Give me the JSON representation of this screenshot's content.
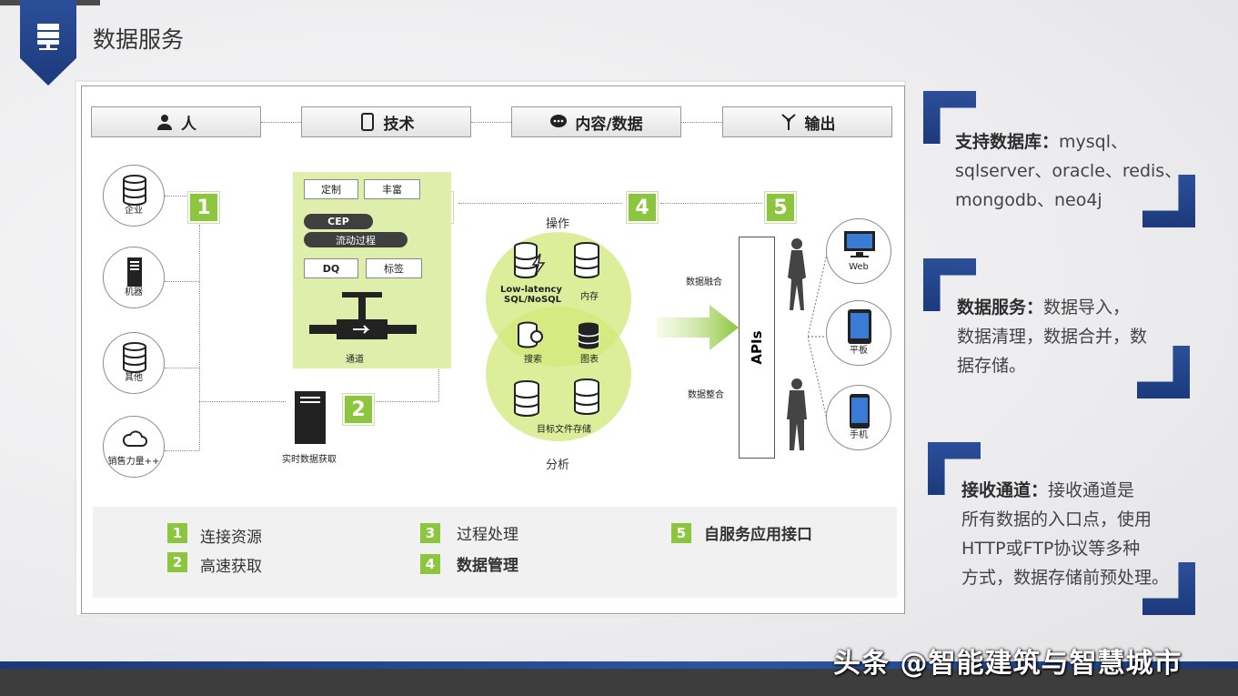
{
  "slide": {
    "title": "数据服务"
  },
  "diagram": {
    "headers": [
      "人",
      "技术",
      "内容/数据",
      "输出"
    ],
    "sources": [
      "企业",
      "机器",
      "其他",
      "销售力量++"
    ],
    "steps": [
      "1",
      "2",
      "3",
      "4",
      "5"
    ],
    "process": {
      "custom": "定制",
      "rich": "丰富",
      "cep": "CEP",
      "flow": "流动过程",
      "dq": "DQ",
      "tag": "标签",
      "channel": "通道"
    },
    "realtime": "实时数据获取",
    "operation": "操作",
    "analysis": "分析",
    "venn": {
      "lowlatency": "Low-latency",
      "sqlnosql": "SQL/NoSQL",
      "memory": "内存",
      "search": "搜索",
      "graph": "图表",
      "target": "目标文件存储"
    },
    "fusion": "数据融合",
    "integration": "数据整合",
    "apis": "APIs",
    "devices": [
      "Web",
      "平板",
      "手机"
    ],
    "legend": [
      {
        "num": "1",
        "text": "连接资源"
      },
      {
        "num": "2",
        "text": "高速获取"
      },
      {
        "num": "3",
        "text": "过程处理"
      },
      {
        "num": "4",
        "text": "数据管理"
      },
      {
        "num": "5",
        "text": "自服务应用接口"
      }
    ]
  },
  "notes": [
    {
      "label": "支持数据库：",
      "lines": [
        "mysql、",
        "sqlserver、oracle、redis、",
        "mongodb、neo4j"
      ]
    },
    {
      "label": "数据服务：",
      "lines": [
        "数据导入，",
        "数据清理，数据合并，数",
        "据存储。"
      ]
    },
    {
      "label": "接收通道：",
      "lines": [
        "接收通道是",
        "所有数据的入口点，使用",
        "HTTP或FTP协议等多种",
        "方式，数据存储前预处理。"
      ]
    }
  ],
  "watermark": "头条 @智能建筑与智慧城市",
  "colors": {
    "accent": "#1f3f85",
    "green": "#8cc63e",
    "panel_green": "#dfeeaa"
  }
}
